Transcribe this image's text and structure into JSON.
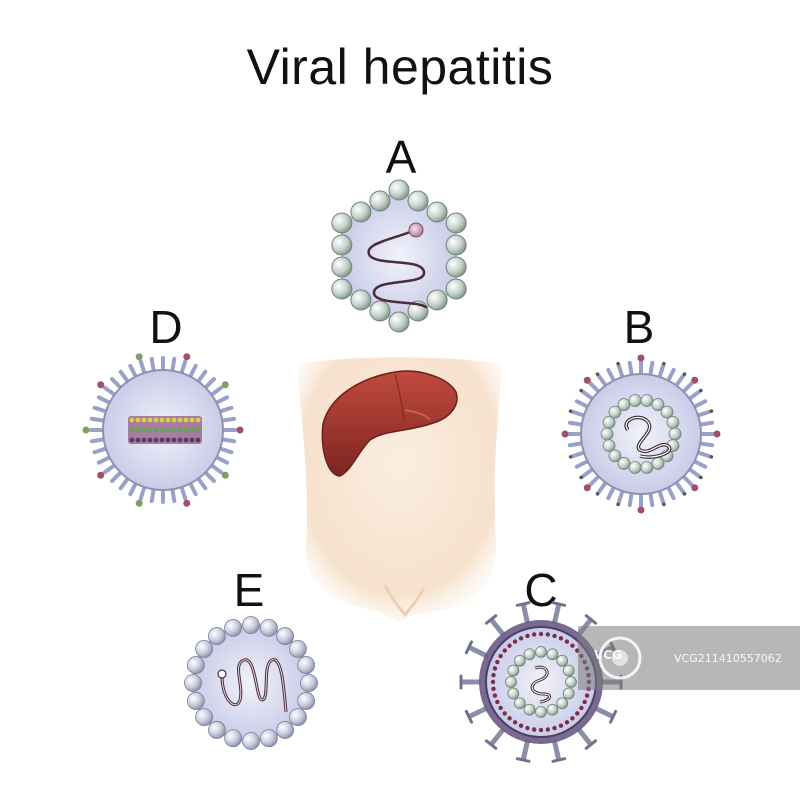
{
  "title": "Viral hepatitis",
  "viruses": [
    {
      "letter": "A",
      "icon": "hepatitis-a-virus-icon"
    },
    {
      "letter": "B",
      "icon": "hepatitis-b-virus-icon"
    },
    {
      "letter": "C",
      "icon": "hepatitis-c-virus-icon"
    },
    {
      "letter": "D",
      "icon": "hepatitis-d-virus-icon"
    },
    {
      "letter": "E",
      "icon": "hepatitis-e-virus-icon"
    }
  ],
  "center_icon": "liver-torso-icon",
  "watermark": {
    "brand": "VCG",
    "id": "VCG211410557062"
  },
  "colors": {
    "capsid_fill": "#d9dcf2",
    "capsomere": "#b9cbbf",
    "spike": "#b08890",
    "liver": "#a8372f",
    "skin": "#f6e1cc"
  }
}
